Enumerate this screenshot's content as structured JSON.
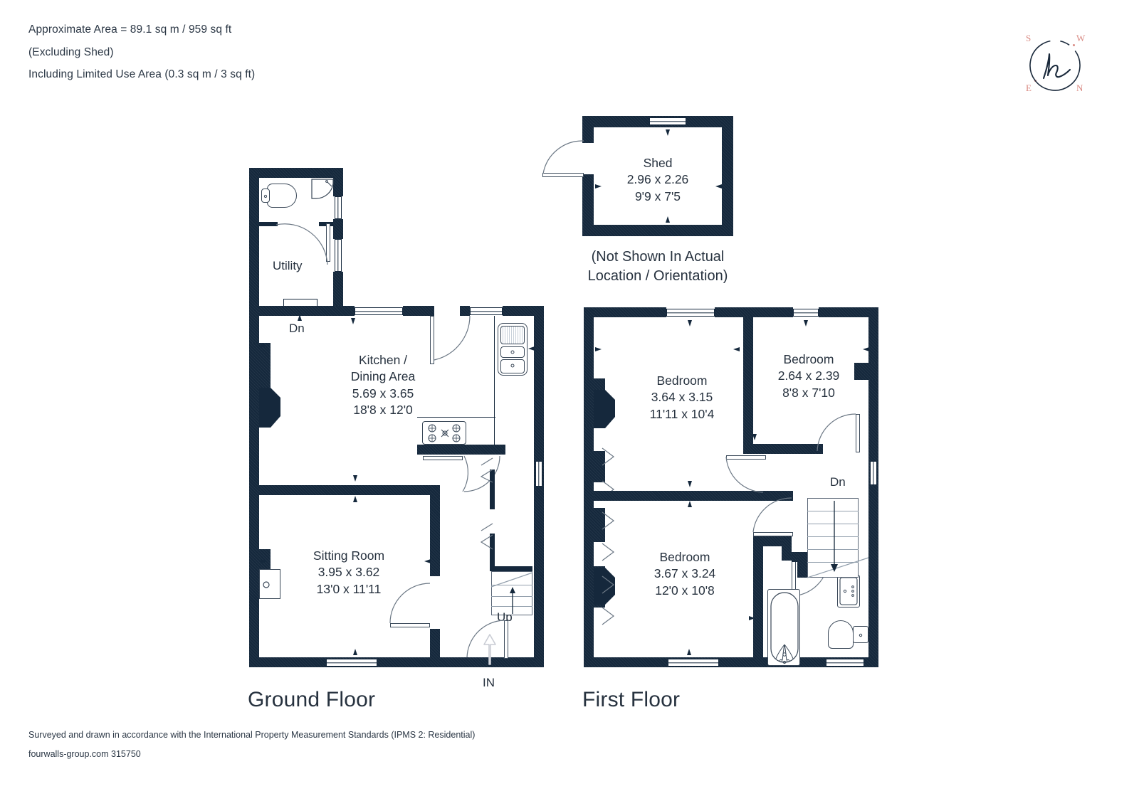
{
  "header": {
    "line1": "Approximate Area = 89.1 sq m / 959 sq ft",
    "line2": "(Excluding Shed)",
    "line3": "Including Limited Use Area (0.3 sq m / 3 sq ft)"
  },
  "compass": {
    "s": "S",
    "w": "W",
    "e": "E",
    "n": "N",
    "monogram": "h",
    "letter_color": "#d98a83",
    "ring_color": "#1b2a3c"
  },
  "colors": {
    "wall": "#15283c",
    "text": "#27323f",
    "fixture_stroke": "#3a4858",
    "accent": "#d98a83"
  },
  "floors": [
    {
      "id": "ground",
      "title": "Ground Floor",
      "rooms": [
        {
          "name": "Utility",
          "dims_m": "",
          "dims_ft": ""
        },
        {
          "name": "Kitchen /",
          "name2": "Dining Area",
          "dims_m": "5.69 x 3.65",
          "dims_ft": "18'8 x 12'0"
        },
        {
          "name": "Sitting Room",
          "dims_m": "3.95 x 3.62",
          "dims_ft": "13'0 x 11'11"
        }
      ],
      "markers": [
        {
          "label": "Dn"
        },
        {
          "label": "Up"
        },
        {
          "label": "IN"
        }
      ]
    },
    {
      "id": "first",
      "title": "First Floor",
      "rooms": [
        {
          "name": "Bedroom",
          "dims_m": "3.64 x 3.15",
          "dims_ft": "11'11 x 10'4"
        },
        {
          "name": "Bedroom",
          "dims_m": "2.64 x 2.39",
          "dims_ft": "8'8 x 7'10"
        },
        {
          "name": "Bedroom",
          "dims_m": "3.67 x 3.24",
          "dims_ft": "12'0 x 10'8"
        }
      ],
      "markers": [
        {
          "label": "Dn"
        }
      ]
    }
  ],
  "shed": {
    "name": "Shed",
    "dims_m": "2.96 x 2.26",
    "dims_ft": "9'9 x 7'5",
    "note_line1": "(Not Shown In Actual",
    "note_line2": "Location / Orientation)"
  },
  "footer": {
    "line1": "Surveyed and drawn in accordance with the International Property Measurement Standards (IPMS 2: Residential)",
    "line2": "fourwalls-group.com 315750"
  }
}
